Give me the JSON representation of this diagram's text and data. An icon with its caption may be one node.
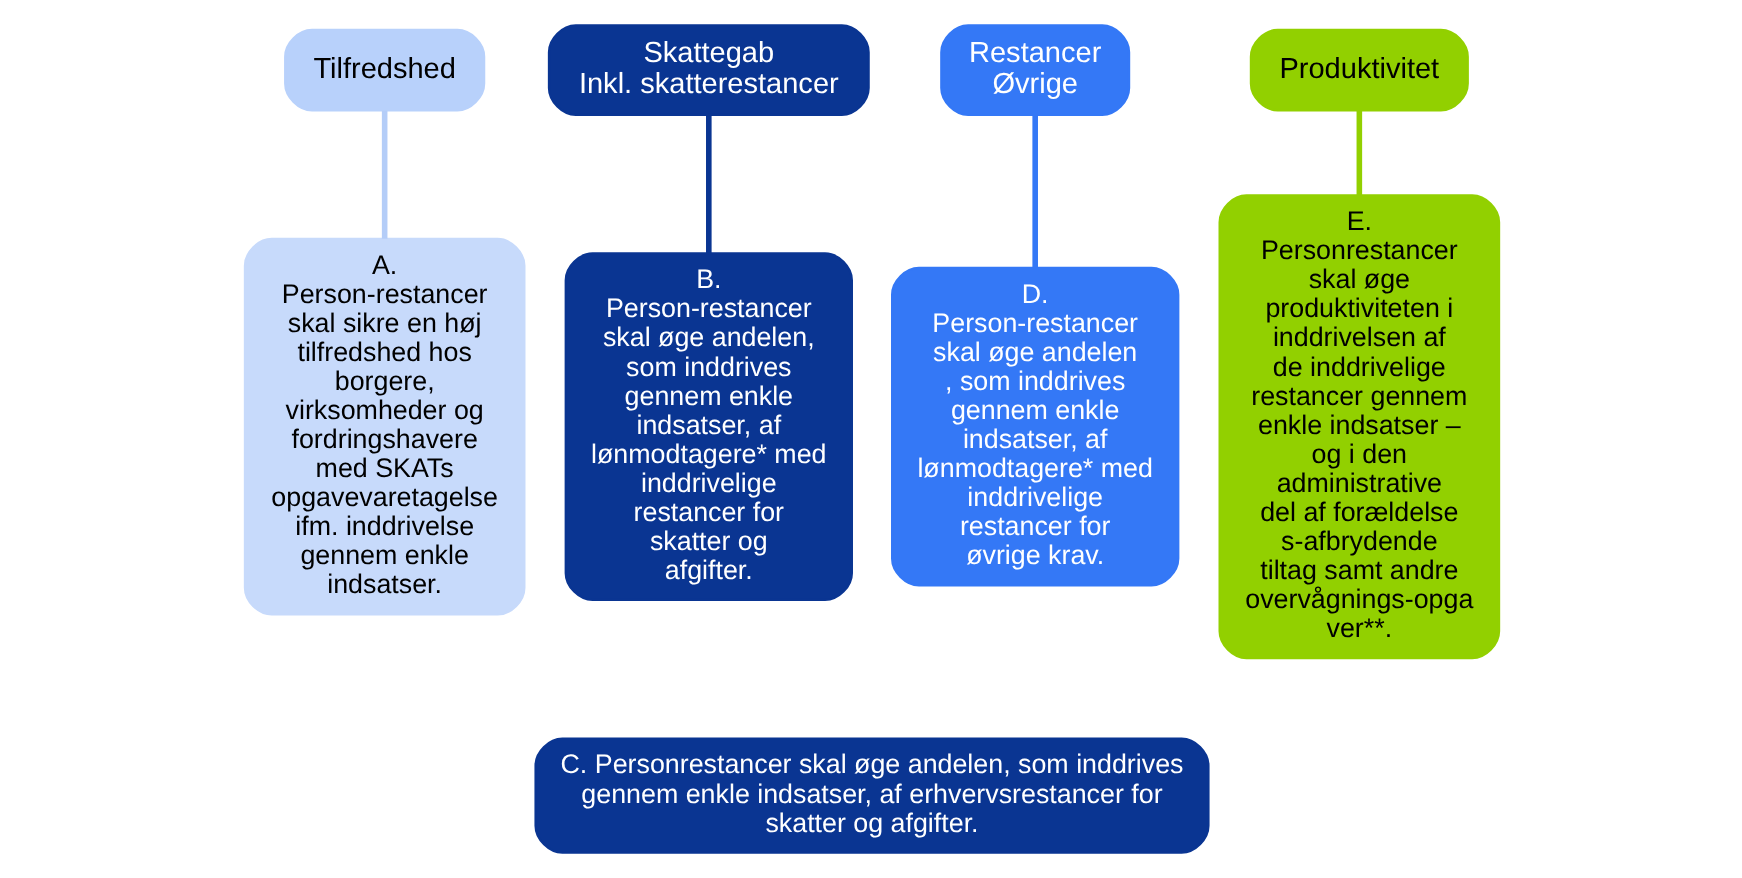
{
  "diagram": {
    "nodes": [
      {
        "text": [
          "Tilfredshed"
        ]
      },
      {
        "text": [
          "Skattegab",
          "Inkl. skatterestancer"
        ]
      },
      {
        "text": [
          "Restancer",
          "Øvrige"
        ]
      },
      {
        "text": [
          "Produktivitet"
        ]
      },
      {
        "text": [
          "A. Person-restancer skal sikre en høj tilfredshed hos borgere, virksomheder og fordringshavere med SKATs opgavevaretagelse ifm. inddrivelse gennem enkle indsatser."
        ]
      },
      {
        "text": [
          "B. Person-restancer skal øge andelen, som inddrives gennem enkle indsatser, af lønmodtagere* med inddrivelige restancer for skatter og afgifter."
        ]
      },
      {
        "text": [
          "D. Person-restancer skal øge andelen , som inddrives gennem enkle indsatser, af lønmodtagere* med inddrivelige restancer for øvrige krav."
        ]
      },
      {
        "text": [
          "E. Personrestancer skal øge produktiviteten i inddrivelsen af de inddrivelige restancer gennem enkle indsatser – og i den administrative del af forældelses-afbrydende tiltag samt andre overvågnings-opgaver**."
        ]
      },
      {
        "text": [
          "C. Personrestancer skal øge andelen, som inddrives gennem enkle indsatser, af erhvervsrestancer for skatter og afgifter."
        ]
      }
    ],
    "edges": [
      {
        "from": 0,
        "to": 4,
        "arrow": "none",
        "color": "#b4cdf8"
      },
      {
        "from": 1,
        "to": 5,
        "arrow": "none",
        "color": "#0a3592"
      },
      {
        "from": 2,
        "to": 6,
        "arrow": "none",
        "color": "#3478f6"
      },
      {
        "from": 3,
        "to": 7,
        "arrow": "none",
        "color": "#92d000"
      }
    ]
  }
}
